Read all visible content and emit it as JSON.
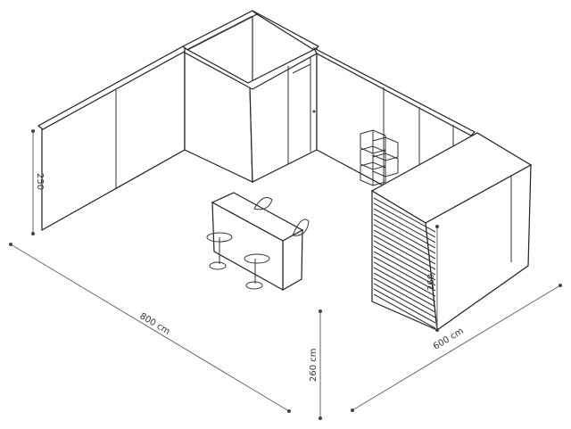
{
  "dimensions": {
    "width_label": "800 cm",
    "depth_label": "600 cm",
    "height_label": "260 cm",
    "wall_height_label": "250",
    "cabinet_height_label": "260"
  },
  "colors": {
    "line": "#222222",
    "dimension_line": "#666666",
    "background": "#ffffff"
  }
}
